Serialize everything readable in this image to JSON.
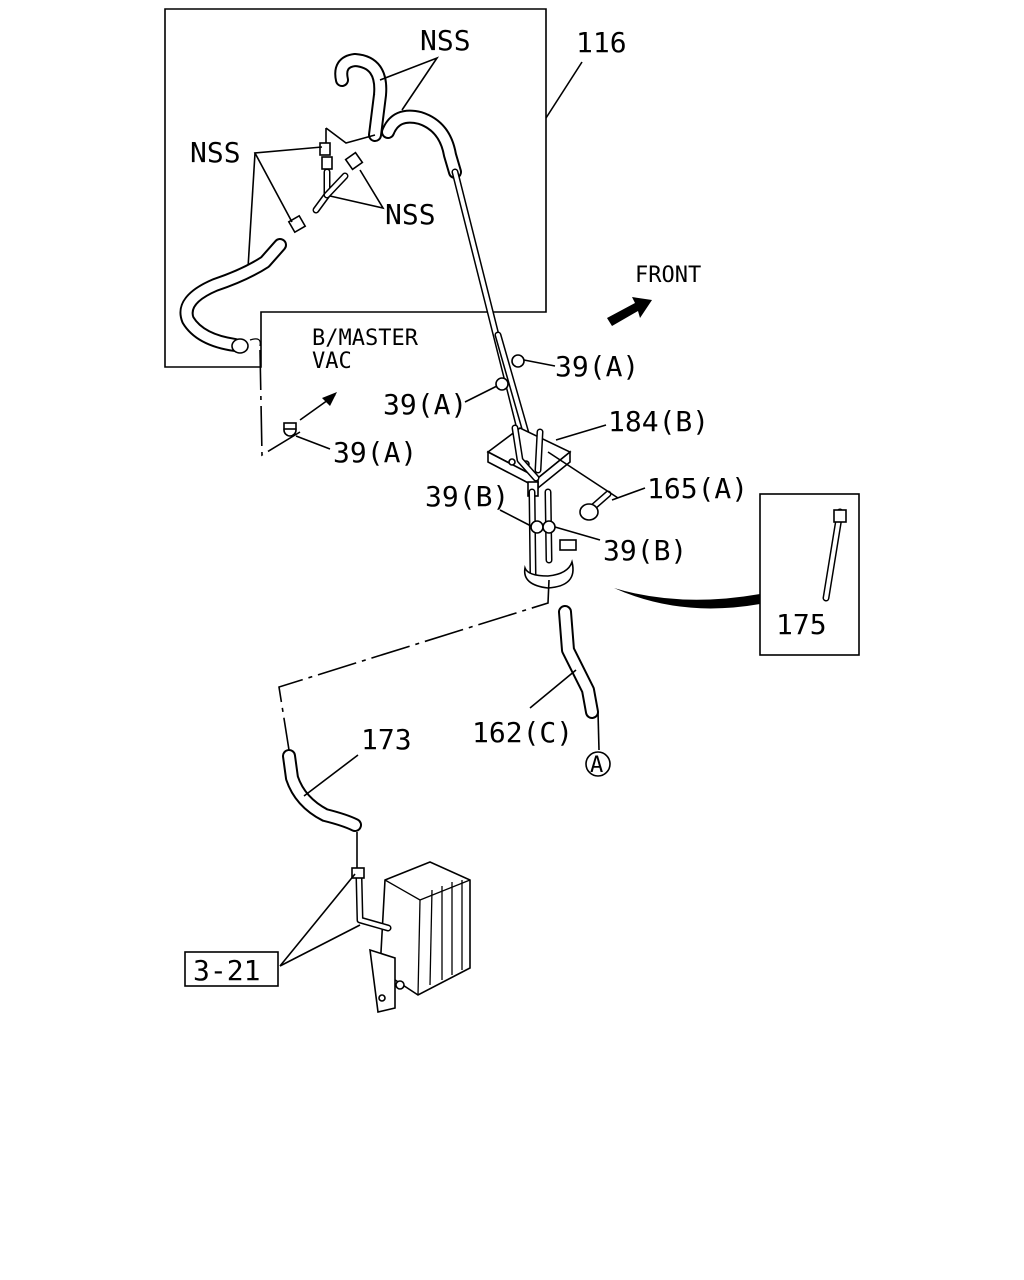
{
  "labels": {
    "assembly": "116",
    "nss_top": "NSS",
    "nss_left": "NSS",
    "nss_mid": "NSS",
    "front": "FRONT",
    "bmaster_line1": "B/MASTER",
    "bmaster_line2": "VAC",
    "clip_a_right": "39(A)",
    "clip_a_mid": "39(A)",
    "clip_a_low": "39(A)",
    "bracket": "184(B)",
    "bolt": "165(A)",
    "clip_b_left": "39(B)",
    "clip_b_right": "39(B)",
    "tie": "175",
    "hose_c": "162(C)",
    "connector": "A",
    "hose_173": "173",
    "canister_ref": "3-21"
  }
}
